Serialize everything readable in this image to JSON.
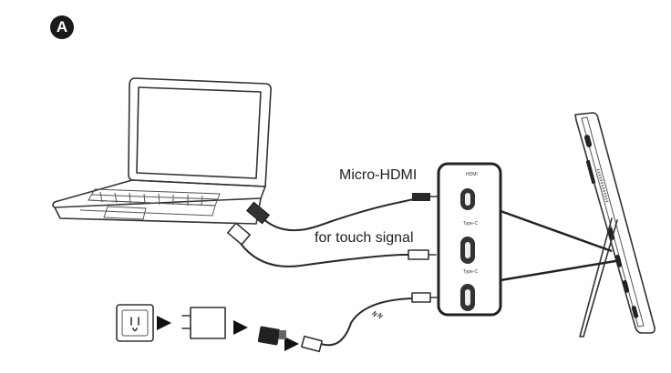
{
  "figure": {
    "badge": "A",
    "labels": {
      "micro_hdmi": "Micro-HDMI",
      "touch_signal": "for touch signal"
    },
    "port_labels": [
      "HDMI",
      "Type-C",
      "Type-C"
    ]
  }
}
